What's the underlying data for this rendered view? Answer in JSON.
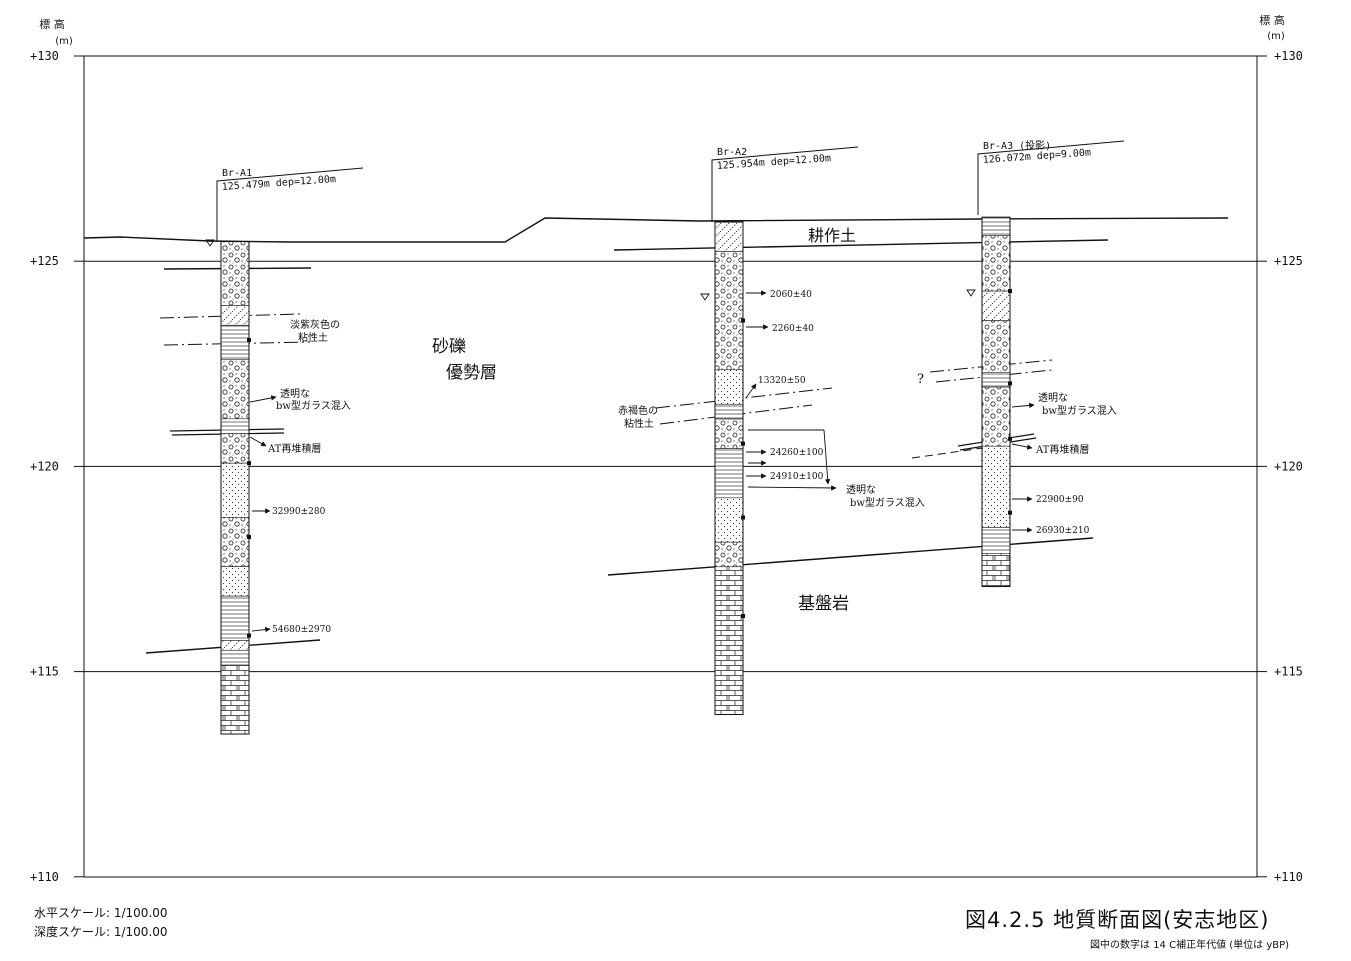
{
  "axes": {
    "unit_label": "標 高",
    "unit": "(m)",
    "ticks": [
      {
        "value": 130,
        "label": "+130"
      },
      {
        "value": 125,
        "label": "+125"
      },
      {
        "value": 120,
        "label": "+120"
      },
      {
        "value": 115,
        "label": "+115"
      },
      {
        "value": 110,
        "label": "+110"
      }
    ]
  },
  "boreholes": [
    {
      "id": "A1",
      "name": "Br-A1",
      "info": "125.479m dep=12.00m",
      "top": 125.479,
      "depth": 12.0,
      "ages": [
        "32990±280",
        "54680±2970"
      ],
      "notes": [
        "淡紫灰色の",
        "粘性土",
        "透明な",
        "bw型ガラス混入",
        "AT再堆積層"
      ]
    },
    {
      "id": "A2",
      "name": "Br-A2",
      "info": "125.954m dep=12.00m",
      "top": 125.954,
      "depth": 12.0,
      "ages": [
        "2060±40",
        "2260±40",
        "13320±50",
        "24260±100",
        "24910±100"
      ],
      "notes": [
        "赤褐色の",
        "粘性土",
        "透明な",
        "bw型ガラス混入"
      ]
    },
    {
      "id": "A3",
      "name": "Br-A3 (投影)",
      "info": "126.072m dep=9.00m",
      "top": 126.072,
      "depth": 9.0,
      "ages": [
        "22900±90",
        "26930±210"
      ],
      "notes": [
        "透明な",
        "bw型ガラス混入",
        "AT再堆積層",
        "?"
      ]
    }
  ],
  "layers": {
    "topsoil": "耕作土",
    "gravel_1": "砂礫",
    "gravel_2": "優勢層",
    "bedrock": "基盤岩"
  },
  "footer": {
    "h_scale": "水平スケール:  1/100.00",
    "v_scale": "深度スケール:  1/100.00",
    "title": "図4.2.5  地質断面図(安志地区)",
    "note": "図中の数字は 14 C補正年代値 (単位は yBP)"
  }
}
